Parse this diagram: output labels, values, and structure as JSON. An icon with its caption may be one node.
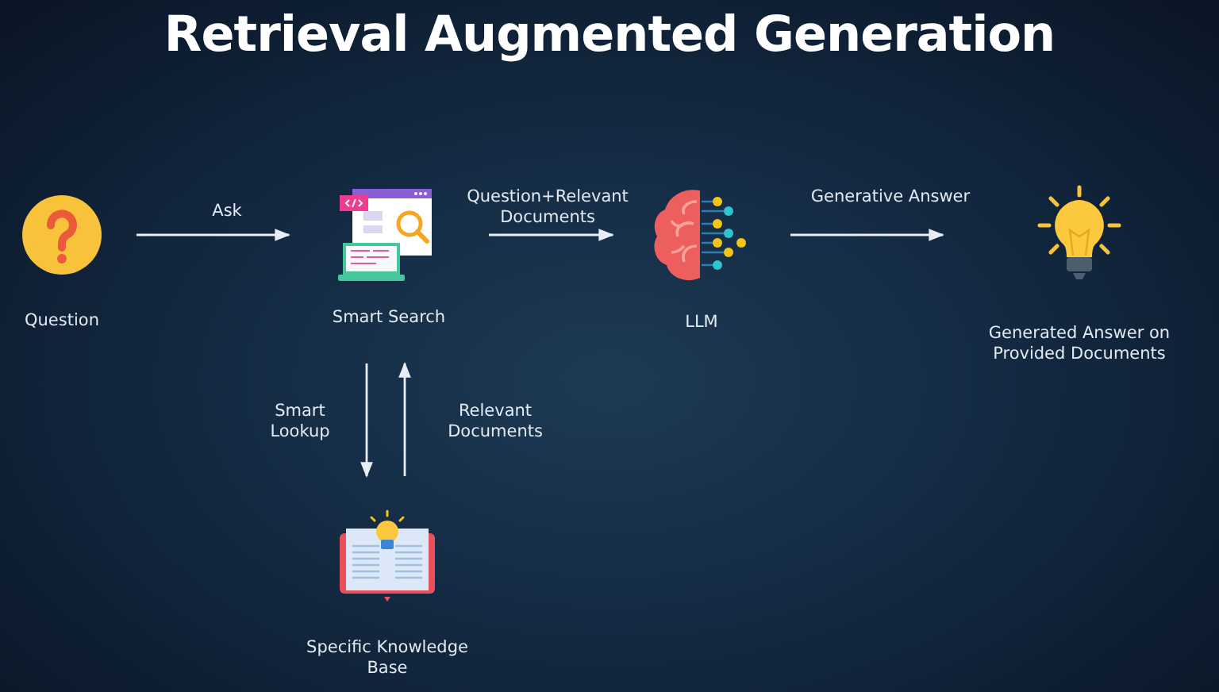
{
  "diagram": {
    "title": "Retrieval Augmented Generation",
    "nodes": [
      {
        "text": [
          "Question"
        ]
      },
      {
        "text": [
          "Smart Search"
        ]
      },
      {
        "text": [
          "LLM"
        ]
      },
      {
        "text": [
          "Generated Answer on Provided Documents"
        ]
      },
      {
        "text": [
          "Specific Knowledge Base"
        ]
      }
    ],
    "edges": [
      {
        "from": 0,
        "to": 1,
        "arrow": "to",
        "label": "Ask"
      },
      {
        "from": 1,
        "to": 2,
        "arrow": "to",
        "label": "Question+Relevant Documents"
      },
      {
        "from": 2,
        "to": 3,
        "arrow": "to",
        "label": "Generative Answer"
      },
      {
        "from": 1,
        "to": 4,
        "arrow": "to",
        "label": "Smart Lookup"
      },
      {
        "from": 4,
        "to": 1,
        "arrow": "to",
        "label": "Relevant Documents"
      }
    ]
  }
}
